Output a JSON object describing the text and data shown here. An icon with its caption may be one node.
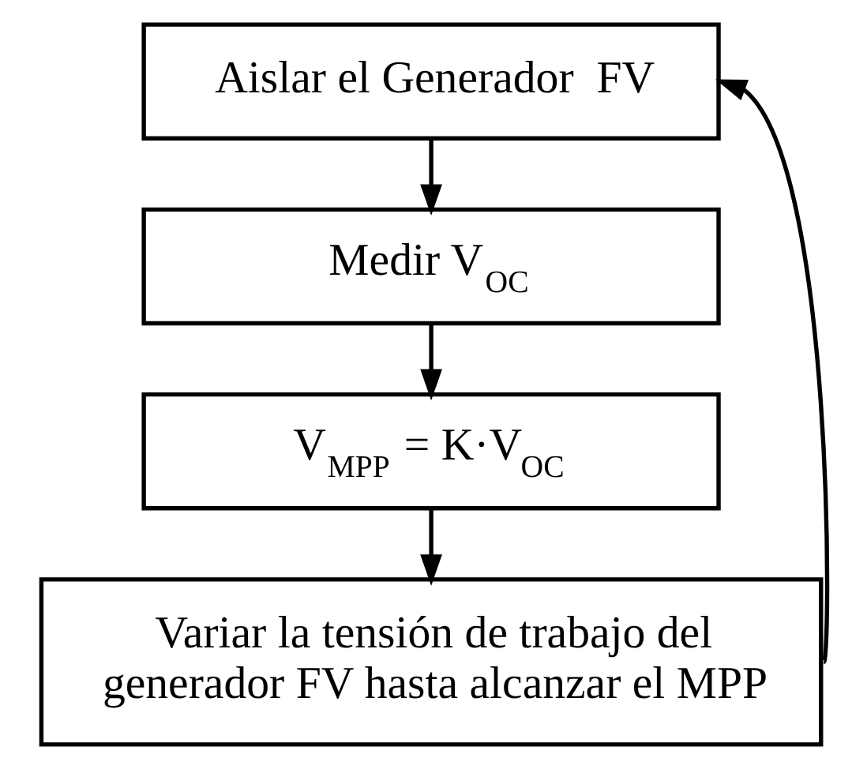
{
  "diagram": {
    "nodes": [
      {
        "text": [
          "Aislar el Generador  FV"
        ]
      },
      {
        "text": [
          "Medir V$_{OC}$"
        ]
      },
      {
        "text": [
          "V$_{MPP}$ = K·V$_{OC}$"
        ]
      },
      {
        "text": [
          "Variar la tensión de trabajo del generador FV hasta alcanzar el MPP"
        ]
      }
    ],
    "edges": [
      {
        "from": 0,
        "to": 1,
        "arrow": "to"
      },
      {
        "from": 1,
        "to": 2,
        "arrow": "to"
      },
      {
        "from": 2,
        "to": 3,
        "arrow": "to"
      },
      {
        "from": 3,
        "to": 0,
        "arrow": "to"
      }
    ]
  }
}
